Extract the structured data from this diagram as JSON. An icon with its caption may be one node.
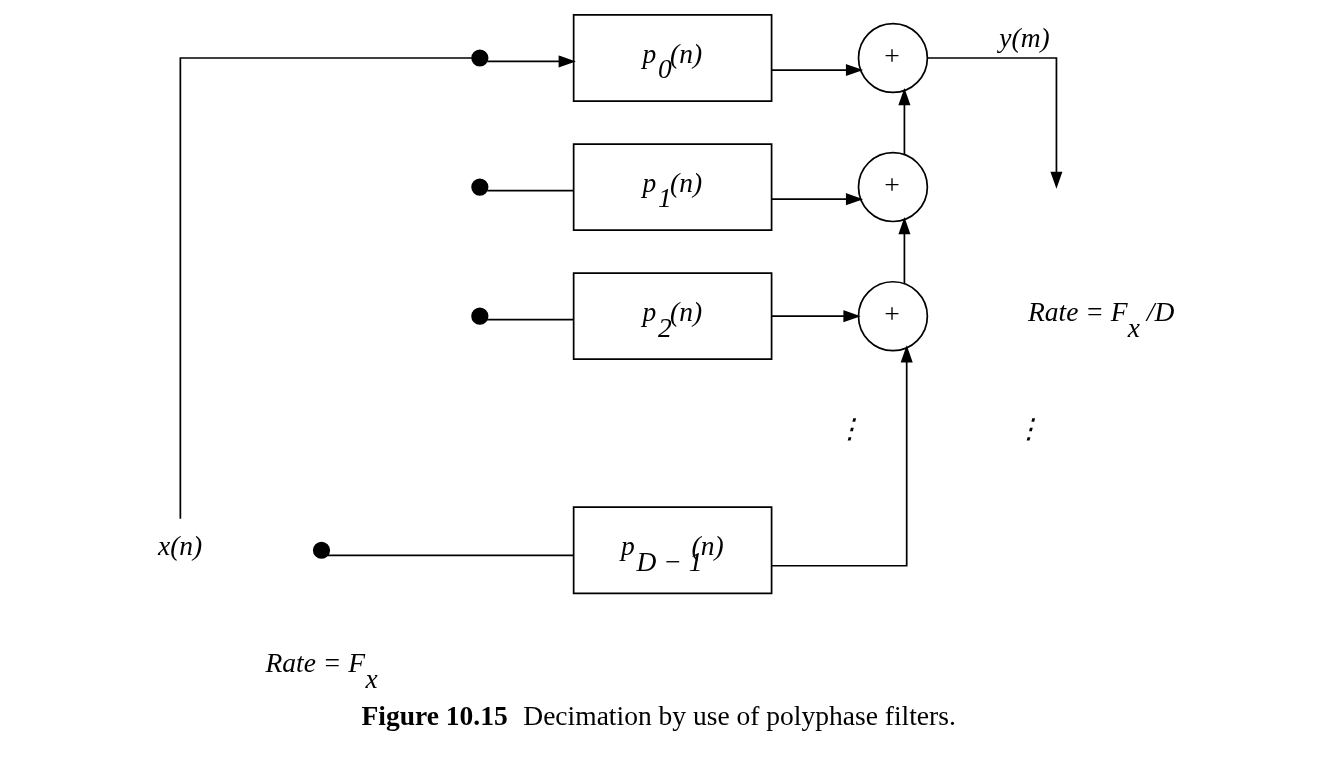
{
  "diagram": {
    "caption": "**Figure 10.15**   Decimation by use of polyphase filters.",
    "nodes": [
      {
        "text": [
          "x(n)"
        ]
      },
      {
        "text": [],
        "shape": "circle"
      },
      {
        "text": [],
        "shape": "circle"
      },
      {
        "text": [],
        "shape": "circle"
      },
      {
        "text": [],
        "shape": "circle",
        "beside": [
          "Rate = F$_{x}$"
        ]
      },
      {
        "text": [
          "p$_{0}$(n)"
        ]
      },
      {
        "text": [
          "p$_{1}$(n)"
        ]
      },
      {
        "text": [
          "p$_{2}$(n)"
        ]
      },
      {
        "text": [
          "p$_{D − 1}$(n)"
        ]
      },
      {
        "text": [
          "+"
        ]
      },
      {
        "text": [
          "+"
        ]
      },
      {
        "text": [
          "+"
        ]
      }
    ],
    "edges": [
      {
        "from": 0,
        "to": 1,
        "arrow": "none"
      },
      {
        "from": 1,
        "to": 5,
        "arrow": "to"
      },
      {
        "from": 2,
        "to": 6,
        "arrow": "none"
      },
      {
        "from": 3,
        "to": 7,
        "arrow": "none"
      },
      {
        "from": 4,
        "to": 8,
        "arrow": "none"
      },
      {
        "from": 5,
        "to": 9,
        "arrow": "to"
      },
      {
        "from": 6,
        "to": 10,
        "arrow": "to"
      },
      {
        "from": 7,
        "to": 11,
        "arrow": "to"
      },
      {
        "from": 8,
        "to": 11,
        "arrow": "to"
      },
      {
        "from": 11,
        "to": 10,
        "arrow": "to"
      },
      {
        "from": 10,
        "to": 9,
        "arrow": "to"
      },
      {
        "from": 9,
        "to": null,
        "label": "y(m)",
        "arrow": "to"
      }
    ],
    "labels": [
      "Rate = F$_{x}$ /D",
      "⋮",
      "⋮"
    ]
  }
}
